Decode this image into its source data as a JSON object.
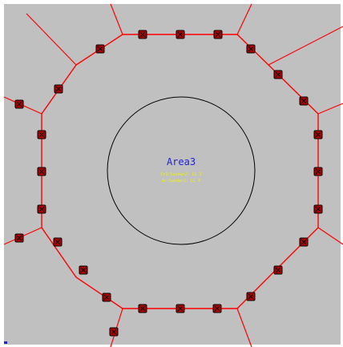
{
  "area": {
    "name": "Area3",
    "line1": "Cr1:Sandwr2: LC 1",
    "line2": "Ar:Sandwr2: LC 4"
  },
  "colors": {
    "background": "#c0c0c0",
    "boundary": "#ff0000",
    "name": "#1f1fe0",
    "sublabel": "#f2f200",
    "node": "#b00000"
  },
  "icons": {
    "node": "boxed-x-icon"
  }
}
